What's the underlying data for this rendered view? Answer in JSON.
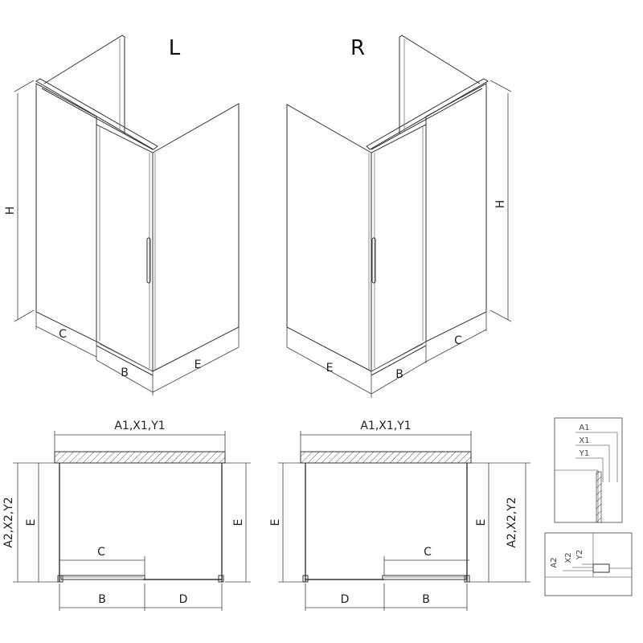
{
  "views": {
    "left_title": "L",
    "right_title": "R"
  },
  "labels": {
    "h": "H",
    "c": "C",
    "b": "B",
    "e": "E",
    "d": "D",
    "top_dim": "A1,X1,Y1",
    "side_dim": "A2,X2,Y2"
  },
  "detail": {
    "a1": "A1",
    "x1": "X1",
    "y1": "Y1",
    "a2": "A2",
    "x2": "X2",
    "y2": "Y2"
  }
}
